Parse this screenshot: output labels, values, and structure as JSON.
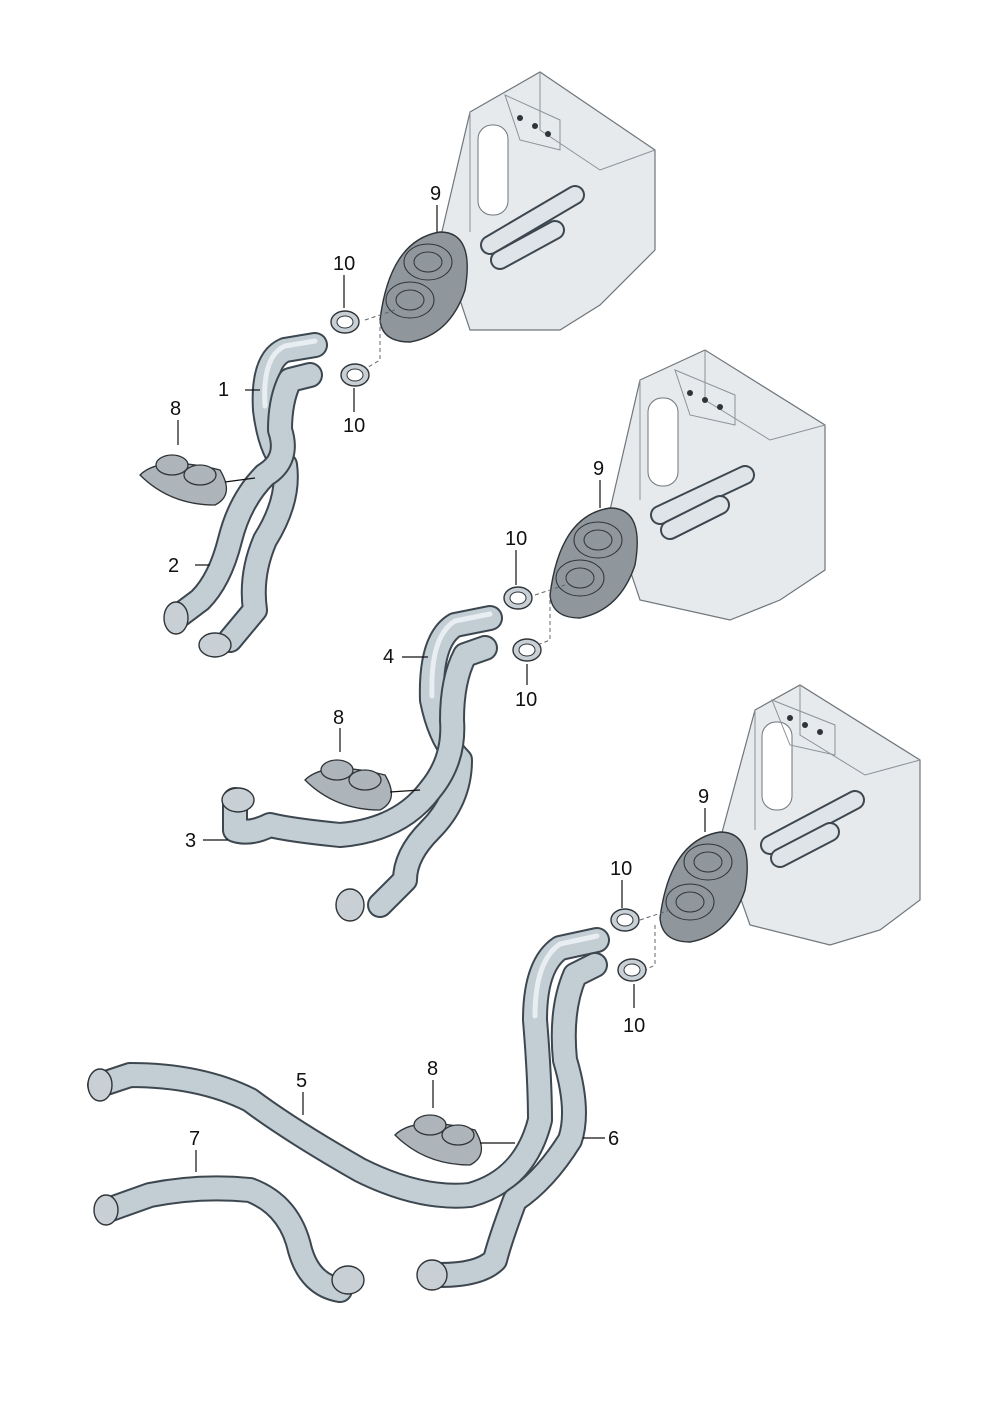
{
  "callouts": {
    "g1": {
      "n1": "1",
      "n2": "2",
      "n8": "8",
      "n9": "9",
      "n10a": "10",
      "n10b": "10"
    },
    "g2": {
      "n3": "3",
      "n4": "4",
      "n8": "8",
      "n9": "9",
      "n10a": "10",
      "n10b": "10"
    },
    "g3": {
      "n5": "5",
      "n6": "6",
      "n7": "7",
      "n8": "8",
      "n9": "9",
      "n10a": "10",
      "n10b": "10"
    }
  },
  "colors": {
    "hose": "#c3cdd4",
    "hose_outline": "#3d4750",
    "panel": "#e7eaec",
    "seal": "#8f979d",
    "text": "#111111"
  },
  "icons": [
    "heater-hose",
    "hose-clamp",
    "rubber-grommet",
    "body-panel-seal",
    "firewall-panel"
  ]
}
